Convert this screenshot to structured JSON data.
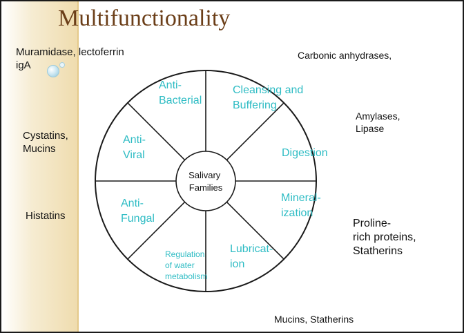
{
  "slide": {
    "title": "Multifunctionality"
  },
  "wheel": {
    "center_lines": [
      "Salivary",
      "Families"
    ],
    "segments": {
      "cleansing": [
        "Cleansing  and",
        "Buffering"
      ],
      "digestion": [
        "Digestion"
      ],
      "mineralization": [
        "Mineral-",
        "ization"
      ],
      "lubrication": [
        "Lubricat-",
        "ion"
      ],
      "water": [
        "Regulation",
        "of water",
        "metabolism"
      ],
      "antifungal": [
        "Anti-",
        "Fungal"
      ],
      "antiviral": [
        "Anti-",
        "Viral"
      ],
      "antibacterial": [
        "Anti-",
        "Bacterial"
      ]
    },
    "segment_color": "#2ebcc4"
  },
  "annotations": {
    "muramidase": "Muramidase,  lectoferrin\nigA",
    "carbonic": "Carbonic anhydrases,",
    "amylases": "Amylases,\nLipase",
    "cystatins": "Cystatins,\nMucins",
    "histatins": "Histatins",
    "proline": "Proline-\nrich proteins,\nStatherins",
    "mucins": "Mucins, Statherins"
  }
}
